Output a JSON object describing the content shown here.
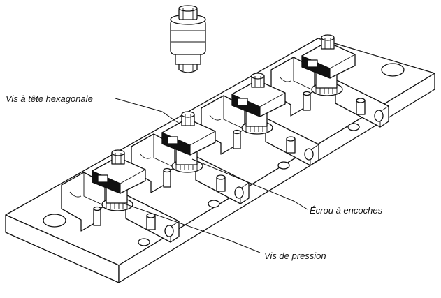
{
  "labels": {
    "hex_screw": "Vis à tête hexagonale",
    "notched_nut": "Écrou à encoches",
    "pressure_screw": "Vis de pression"
  },
  "colors": {
    "ink": "#111111",
    "background": "#ffffff"
  },
  "clamp_count": 4
}
